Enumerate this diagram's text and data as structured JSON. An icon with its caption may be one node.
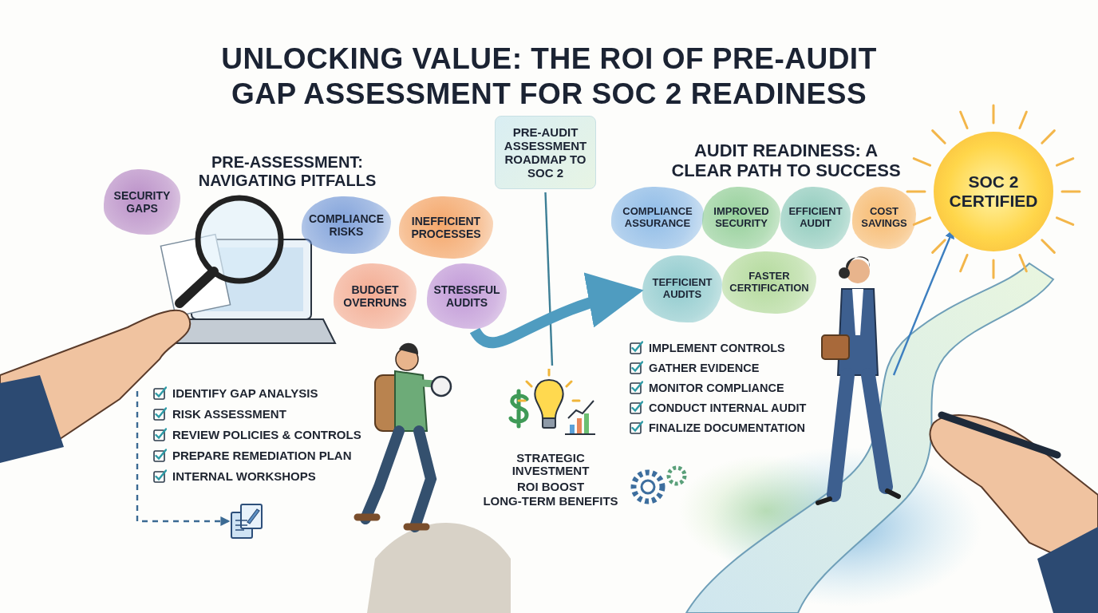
{
  "diagram": {
    "title": "UNLOCKING VALUE: THE ROI OF PRE-AUDIT GAP ASSESSMENT FOR SOC 2 READINESS",
    "nodes": [
      {
        "text": [
          "PRE-AUDIT ASSESSMENT ROADMAP TO SOC 2"
        ]
      },
      {
        "text": [
          "SOC 2 CERTIFIED"
        ]
      },
      {
        "text": [
          "SECURITY GAPS"
        ]
      },
      {
        "text": [
          "COMPLIANCE RISKS"
        ]
      },
      {
        "text": [
          "INEFFICIENT PROCESSES"
        ]
      },
      {
        "text": [
          "BUDGET OVERRUNS"
        ]
      },
      {
        "text": [
          "STRESSFUL AUDITS"
        ]
      },
      {
        "text": [
          "COMPLIANCE ASSURANCE"
        ]
      },
      {
        "text": [
          "IMPROVED SECURITY"
        ]
      },
      {
        "text": [
          "EFFICIENT AUDIT"
        ]
      },
      {
        "text": [
          "COST SAVINGS"
        ]
      },
      {
        "text": [
          "TEFFICIENT AUDITS"
        ]
      },
      {
        "text": [
          "FASTER CERTIFICATION"
        ]
      },
      {
        "text": [],
        "shape": "picture"
      },
      {
        "text": [],
        "shape": "picture"
      }
    ],
    "edges": [
      {
        "from": 0,
        "to": 14,
        "arrow": "none"
      },
      {
        "from": null,
        "to": 13,
        "arrow": "to",
        "style": "dashed"
      },
      {
        "from": null,
        "to": 1,
        "arrow": "to"
      },
      {
        "from": 6,
        "to": 11,
        "arrow": "to",
        "style": "thick"
      }
    ],
    "labels": [
      "PRE-ASSESSMENT: NAVIGATING PITFALLS",
      "AUDIT READINESS: A CLEAR PATH TO SUCCESS",
      "IDENTIFY GAP ANALYSIS",
      "RISK ASSESSMENT",
      "REVIEW POLICIES & CONTROLS",
      "PREPARE REMEDIATION PLAN",
      "INTERNAL WORKSHOPS",
      "IMPLEMENT CONTROLS",
      "GATHER EVIDENCE",
      "MONITOR COMPLIANCE",
      "CONDUCT INTERNAL AUDIT",
      "FINALIZE DOCUMENTATION",
      "STRATEGIC INVESTMENT",
      "ROI BOOST",
      "LONG-TERM BENEFITS"
    ]
  }
}
